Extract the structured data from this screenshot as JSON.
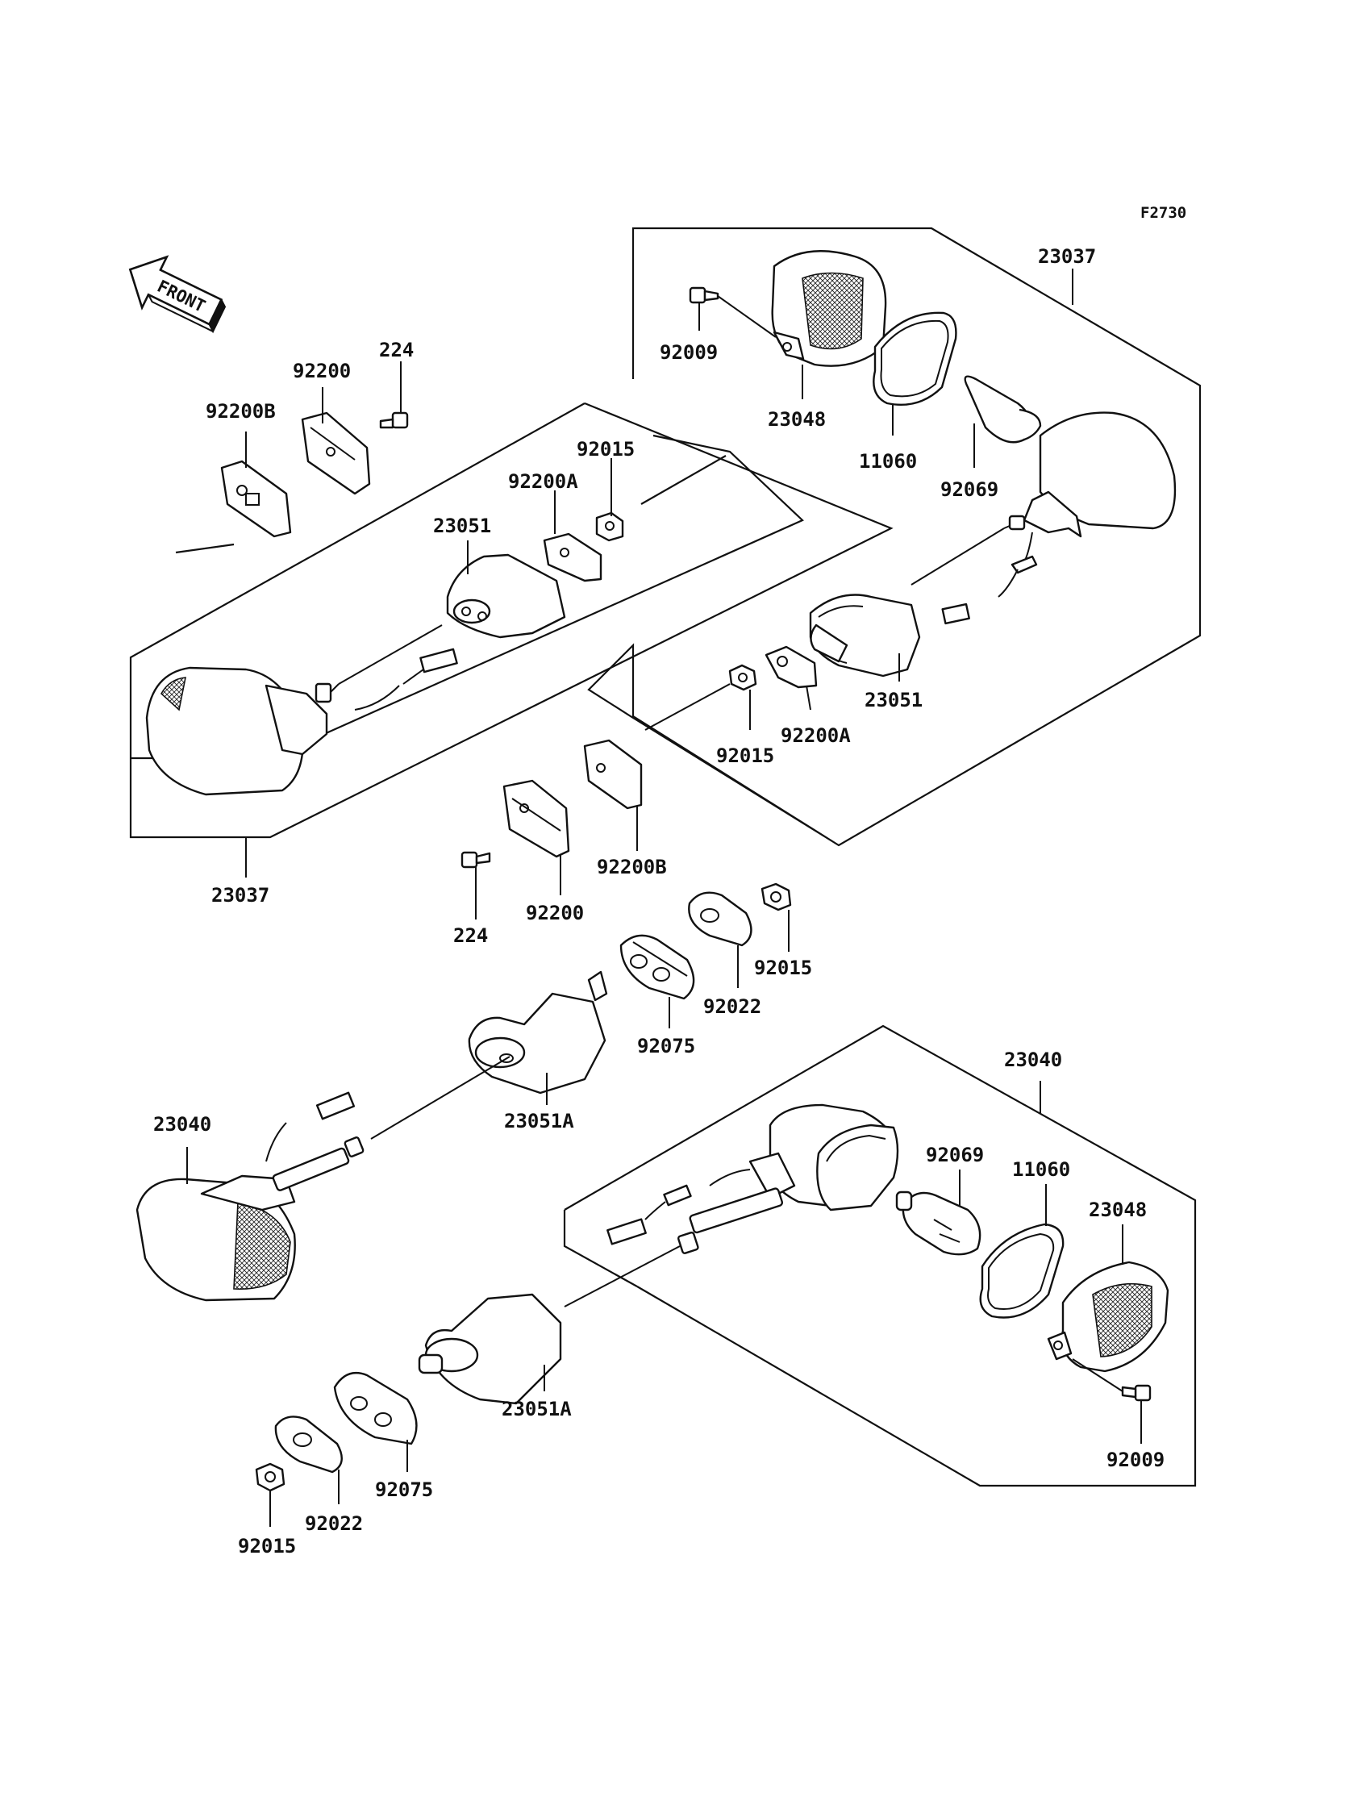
{
  "diagram": {
    "code": "F2730",
    "front_label": "FRONT"
  },
  "callouts": {
    "a_23037": "23037",
    "a_92009": "92009",
    "a_23048": "23048",
    "a_11060": "11060",
    "a_92069": "92069",
    "a_23051": "23051",
    "a_92200A": "92200A",
    "a_92015": "92015",
    "b_92200B": "92200B",
    "b_92200": "92200",
    "b_224": "224",
    "b_92015": "92015",
    "b_92200A": "92200A",
    "b_23051": "23051",
    "b_23037": "23037",
    "c_92200B": "92200B",
    "c_92200": "92200",
    "c_224": "224",
    "c_92015": "92015",
    "c_92022": "92022",
    "c_92075": "92075",
    "c_23051A": "23051A",
    "c_23040": "23040",
    "d_23040": "23040",
    "d_92069": "92069",
    "d_11060": "11060",
    "d_23048": "23048",
    "d_92009": "92009",
    "d_23051A": "23051A",
    "d_92075": "92075",
    "d_92022": "92022",
    "d_92015": "92015"
  }
}
